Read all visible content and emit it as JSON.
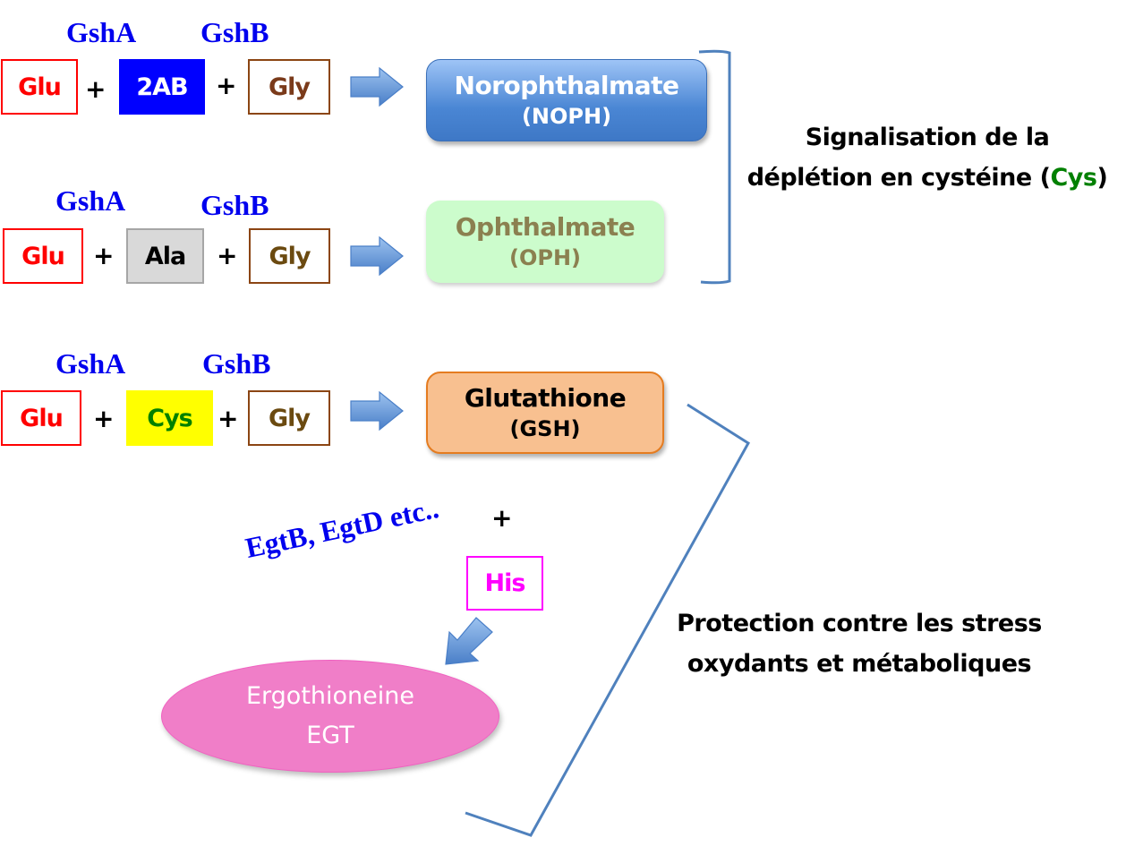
{
  "colors": {
    "enzyme": "#0000ee",
    "glu": "#ff0000",
    "gly_border": "#8b4513",
    "gly_text": "#7a4a1a",
    "ab2_fill": "#0000ff",
    "ala_fill": "#d9d9d9",
    "cys_fill": "#ffff00",
    "cys_text": "#008000",
    "noph_fill": "#4a86d4",
    "oph_fill": "#ccfccc",
    "oph_text": "#8b8050",
    "gsh_fill": "#f8c090",
    "gsh_border": "#e57c20",
    "his": "#ff00ff",
    "egt_fill": "#f07ec8",
    "bracket": "#4f81bd"
  },
  "rows": [
    {
      "enzymes": [
        "GshA",
        "GshB"
      ],
      "reactants": [
        "Glu",
        "2AB",
        "Gly"
      ],
      "plus": [
        "+",
        "+"
      ],
      "product": {
        "name": "Norophthalmate",
        "abbr": "(NOPH)"
      }
    },
    {
      "enzymes": [
        "GshA",
        "GshB"
      ],
      "reactants": [
        "Glu",
        "Ala",
        "Gly"
      ],
      "plus": [
        "+",
        "+"
      ],
      "product": {
        "name": "Ophthalmate",
        "abbr": "(OPH)"
      }
    },
    {
      "enzymes": [
        "GshA",
        "GshB"
      ],
      "reactants": [
        "Glu",
        "Cys",
        "Gly"
      ],
      "plus": [
        "+",
        "+"
      ],
      "product": {
        "name": "Glutathione",
        "abbr": "(GSH)"
      }
    }
  ],
  "egt": {
    "enzymes": "EgtB, EgtD etc..",
    "plus": "+",
    "reactant": "His",
    "product": {
      "name": "Ergothioneine",
      "abbr": "EGT"
    }
  },
  "captions": {
    "signal": {
      "line1": "Signalisation de la",
      "line2_prefix": "déplétion en cystéine (",
      "line2_highlight": "Cys",
      "line2_suffix": ")"
    },
    "protection": {
      "line1": "Protection contre les stress",
      "line2": "oxydants et métaboliques"
    }
  }
}
